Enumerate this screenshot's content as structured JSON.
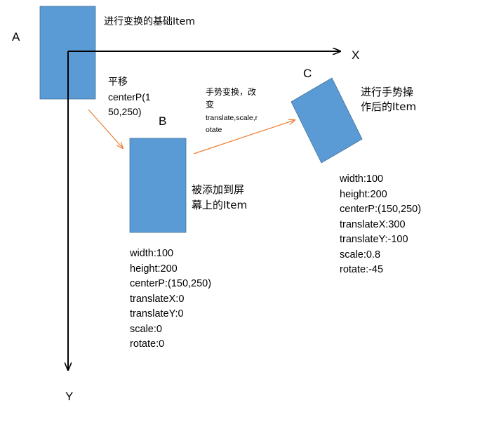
{
  "labels": {
    "point_a": "A",
    "point_b": "B",
    "point_c": "C",
    "axis_x": "X",
    "axis_y": "Y"
  },
  "notes": {
    "base_item": "进行变换的基础Item",
    "translate_line1": "平移",
    "translate_line2": "centerP(1",
    "translate_line3": "50,250)",
    "gesture_line1": "手势变换，改",
    "gesture_line2": "变",
    "gesture_line3": "translate,scale,r",
    "gesture_line4": "otate",
    "added_line1": "被添加到屏",
    "added_line2": "幕上的Item",
    "after_line1": "进行手势操",
    "after_line2": "作后的Item"
  },
  "item_b_props": [
    "width:100",
    "height:200",
    "centerP:(150,250)",
    "translateX:0",
    "translateY:0",
    "scale:0",
    "rotate:0"
  ],
  "item_c_props": [
    "width:100",
    "height:200",
    "centerP:(150,250)",
    "translateX:300",
    "translateY:-100",
    "scale:0.8",
    "rotate:-45"
  ],
  "colors": {
    "rect_fill": "#5b9bd5",
    "rect_stroke": "#41719c",
    "arrow": "#ed7d31",
    "axis": "#000000"
  }
}
